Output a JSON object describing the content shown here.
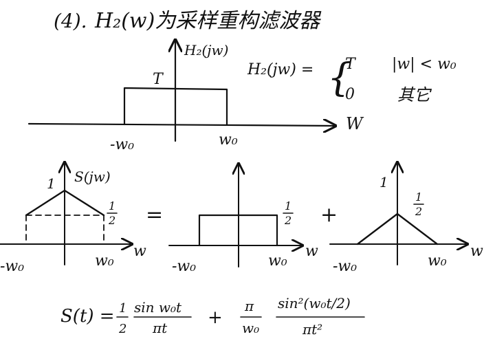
{
  "heading": {
    "number": "(4).",
    "text": "H₂(w)为采样重构滤波器"
  },
  "filter_plot": {
    "y_label": "H₂(jw)",
    "x_label": "W",
    "level_label": "T",
    "left_tick": "-w₀",
    "right_tick": "w₀"
  },
  "piecewise": {
    "lhs": "H₂(jw) =",
    "case1_value": "T",
    "case1_condition": "|w| < w₀",
    "case2_value": "0",
    "case2_condition": "其它"
  },
  "spectrum_plot": {
    "y_label": "S(jw)",
    "x_label": "w",
    "peak_label": "1",
    "half_num": "1",
    "half_den": "2",
    "left_tick": "-w₀",
    "right_tick": "w₀"
  },
  "equals_sign": "=",
  "plus_sign": "+",
  "rect_plot": {
    "x_label": "w",
    "half_num": "1",
    "half_den": "2",
    "left_tick": "-w₀",
    "right_tick": "w₀"
  },
  "tri_plot": {
    "x_label": "w",
    "peak_label": "1",
    "half_num": "1",
    "half_den": "2",
    "left_tick": "-w₀",
    "right_tick": "w₀"
  },
  "formula": {
    "lhs": "S(t) =",
    "coef1_num": "1",
    "coef1_den": "2",
    "term1_num": "sin w₀t",
    "term1_den": "πt",
    "plus": "+",
    "coef2_num": "π",
    "coef2_den": "w₀",
    "term2_num": "sin²(w₀t/2)",
    "term2_den": "πt²"
  }
}
